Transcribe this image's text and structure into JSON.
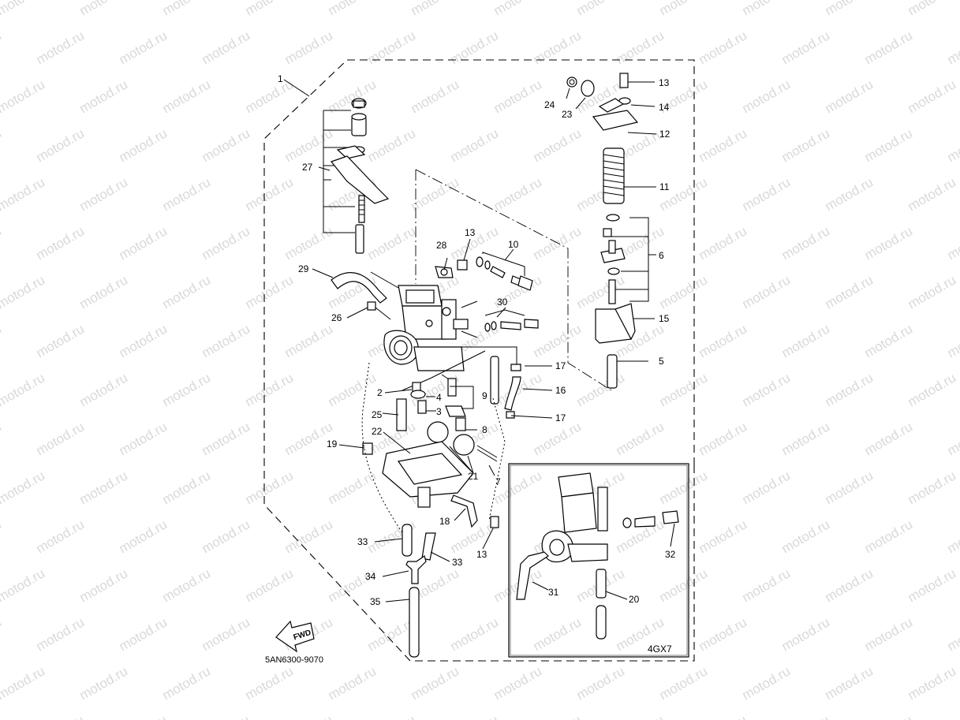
{
  "watermark": "motod.ru",
  "diagram_code": "5AN6300-9070",
  "inset_label": "4GX7",
  "fwd_arrow_label": "FWD",
  "callouts": {
    "c1": "1",
    "c2": "2",
    "c3": "3",
    "c4": "4",
    "c5": "5",
    "c6": "6",
    "c7": "7",
    "c8": "8",
    "c9": "9",
    "c10": "10",
    "c11": "11",
    "c12": "12",
    "c13a": "13",
    "c13b": "13",
    "c13c": "13",
    "c14": "14",
    "c15": "15",
    "c16": "16",
    "c17a": "17",
    "c17b": "17",
    "c18": "18",
    "c19": "19",
    "c20": "20",
    "c21": "21",
    "c22": "22",
    "c23": "23",
    "c24": "24",
    "c25": "25",
    "c26": "26",
    "c27": "27",
    "c28": "28",
    "c29": "29",
    "c30": "30",
    "c31": "31",
    "c32": "32",
    "c33a": "33",
    "c33b": "33",
    "c34": "34",
    "c35": "35"
  }
}
